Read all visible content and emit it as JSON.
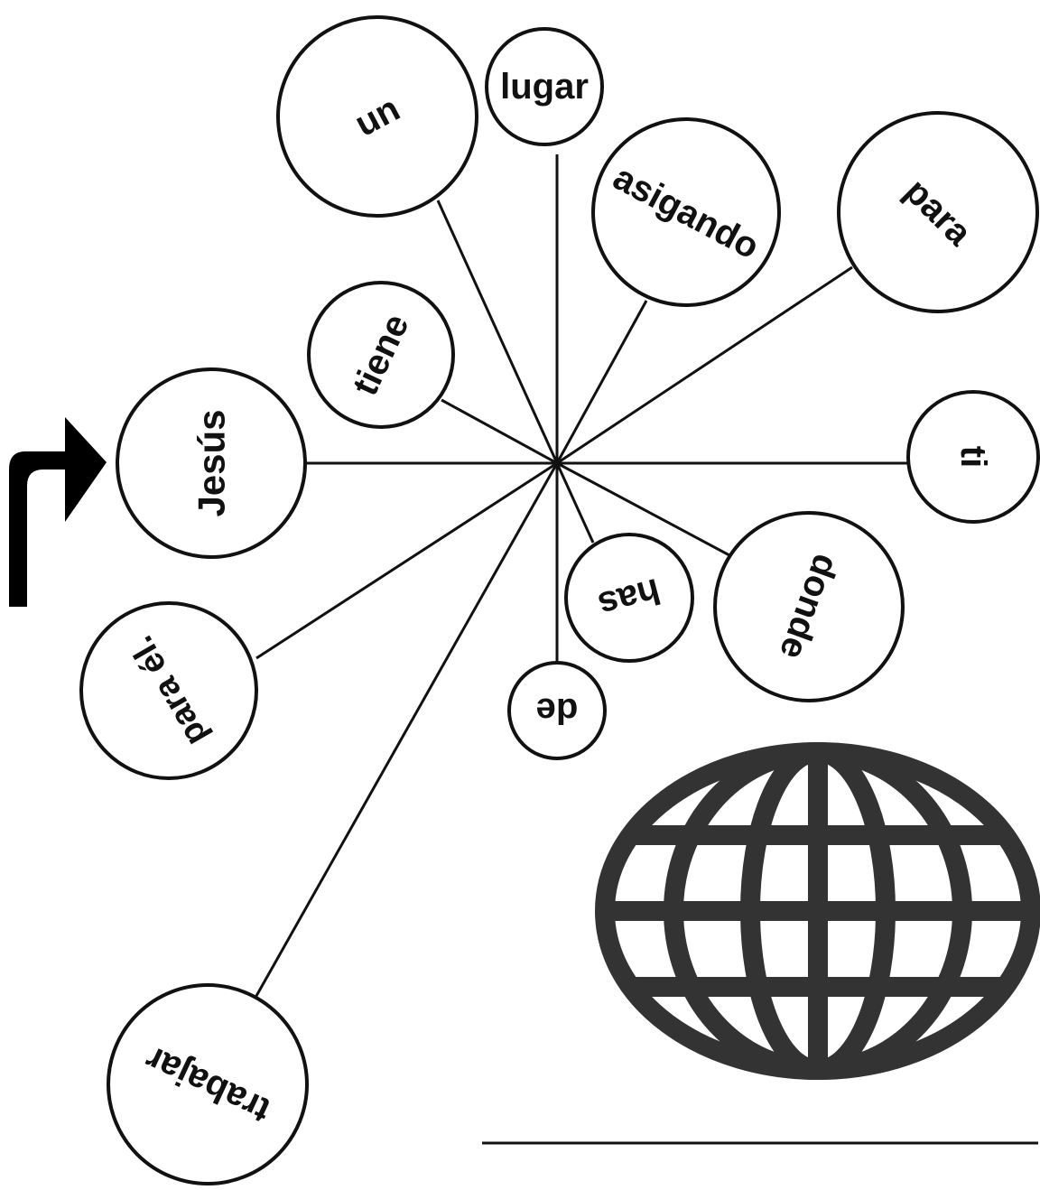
{
  "words": [
    {
      "id": "jesus",
      "text": "Jesús"
    },
    {
      "id": "tiene",
      "text": "tiene"
    },
    {
      "id": "un",
      "text": "un"
    },
    {
      "id": "lugar",
      "text": "lugar"
    },
    {
      "id": "asigando",
      "text": "asigando"
    },
    {
      "id": "para",
      "text": "para"
    },
    {
      "id": "ti",
      "text": "ti"
    },
    {
      "id": "donde",
      "text": "donde"
    },
    {
      "id": "has",
      "text": "has"
    },
    {
      "id": "de",
      "text": "de"
    },
    {
      "id": "trabajar",
      "text": "trabajar"
    },
    {
      "id": "para-el",
      "text": "para él."
    }
  ],
  "icons": {
    "start_arrow": "start-arrow-icon",
    "globe": "globe-icon"
  },
  "colors": {
    "ink": "#111111",
    "globe": "#333333",
    "background": "#ffffff"
  }
}
